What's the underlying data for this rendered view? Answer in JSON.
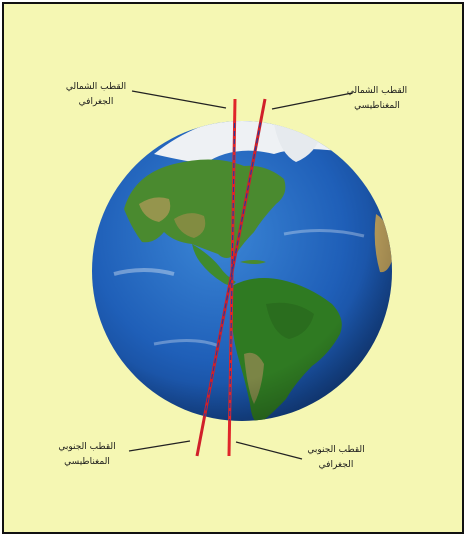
{
  "labels": {
    "geographic_north": [
      "القطب الشمالي",
      "الجغرافي"
    ],
    "magnetic_north": [
      "القطب الشمالي",
      "المغناطيسي"
    ],
    "magnetic_south": [
      "القطب الجنوبي",
      "المغناطيسي"
    ],
    "geographic_south": [
      "القطب الجنوبي",
      "الجغرافي"
    ]
  },
  "colors": {
    "background": "#f5f7b3",
    "border": "#111111",
    "geographic_axis": "#e0262a",
    "magnetic_axis": "#d0202a",
    "dashed_inner": "#2a3a9a",
    "ocean": "#1f5fb8",
    "land": "#3f8a2e",
    "ice": "#f2f4f6"
  },
  "icons": [
    "globe-americas",
    "axis-line",
    "leader-line"
  ]
}
